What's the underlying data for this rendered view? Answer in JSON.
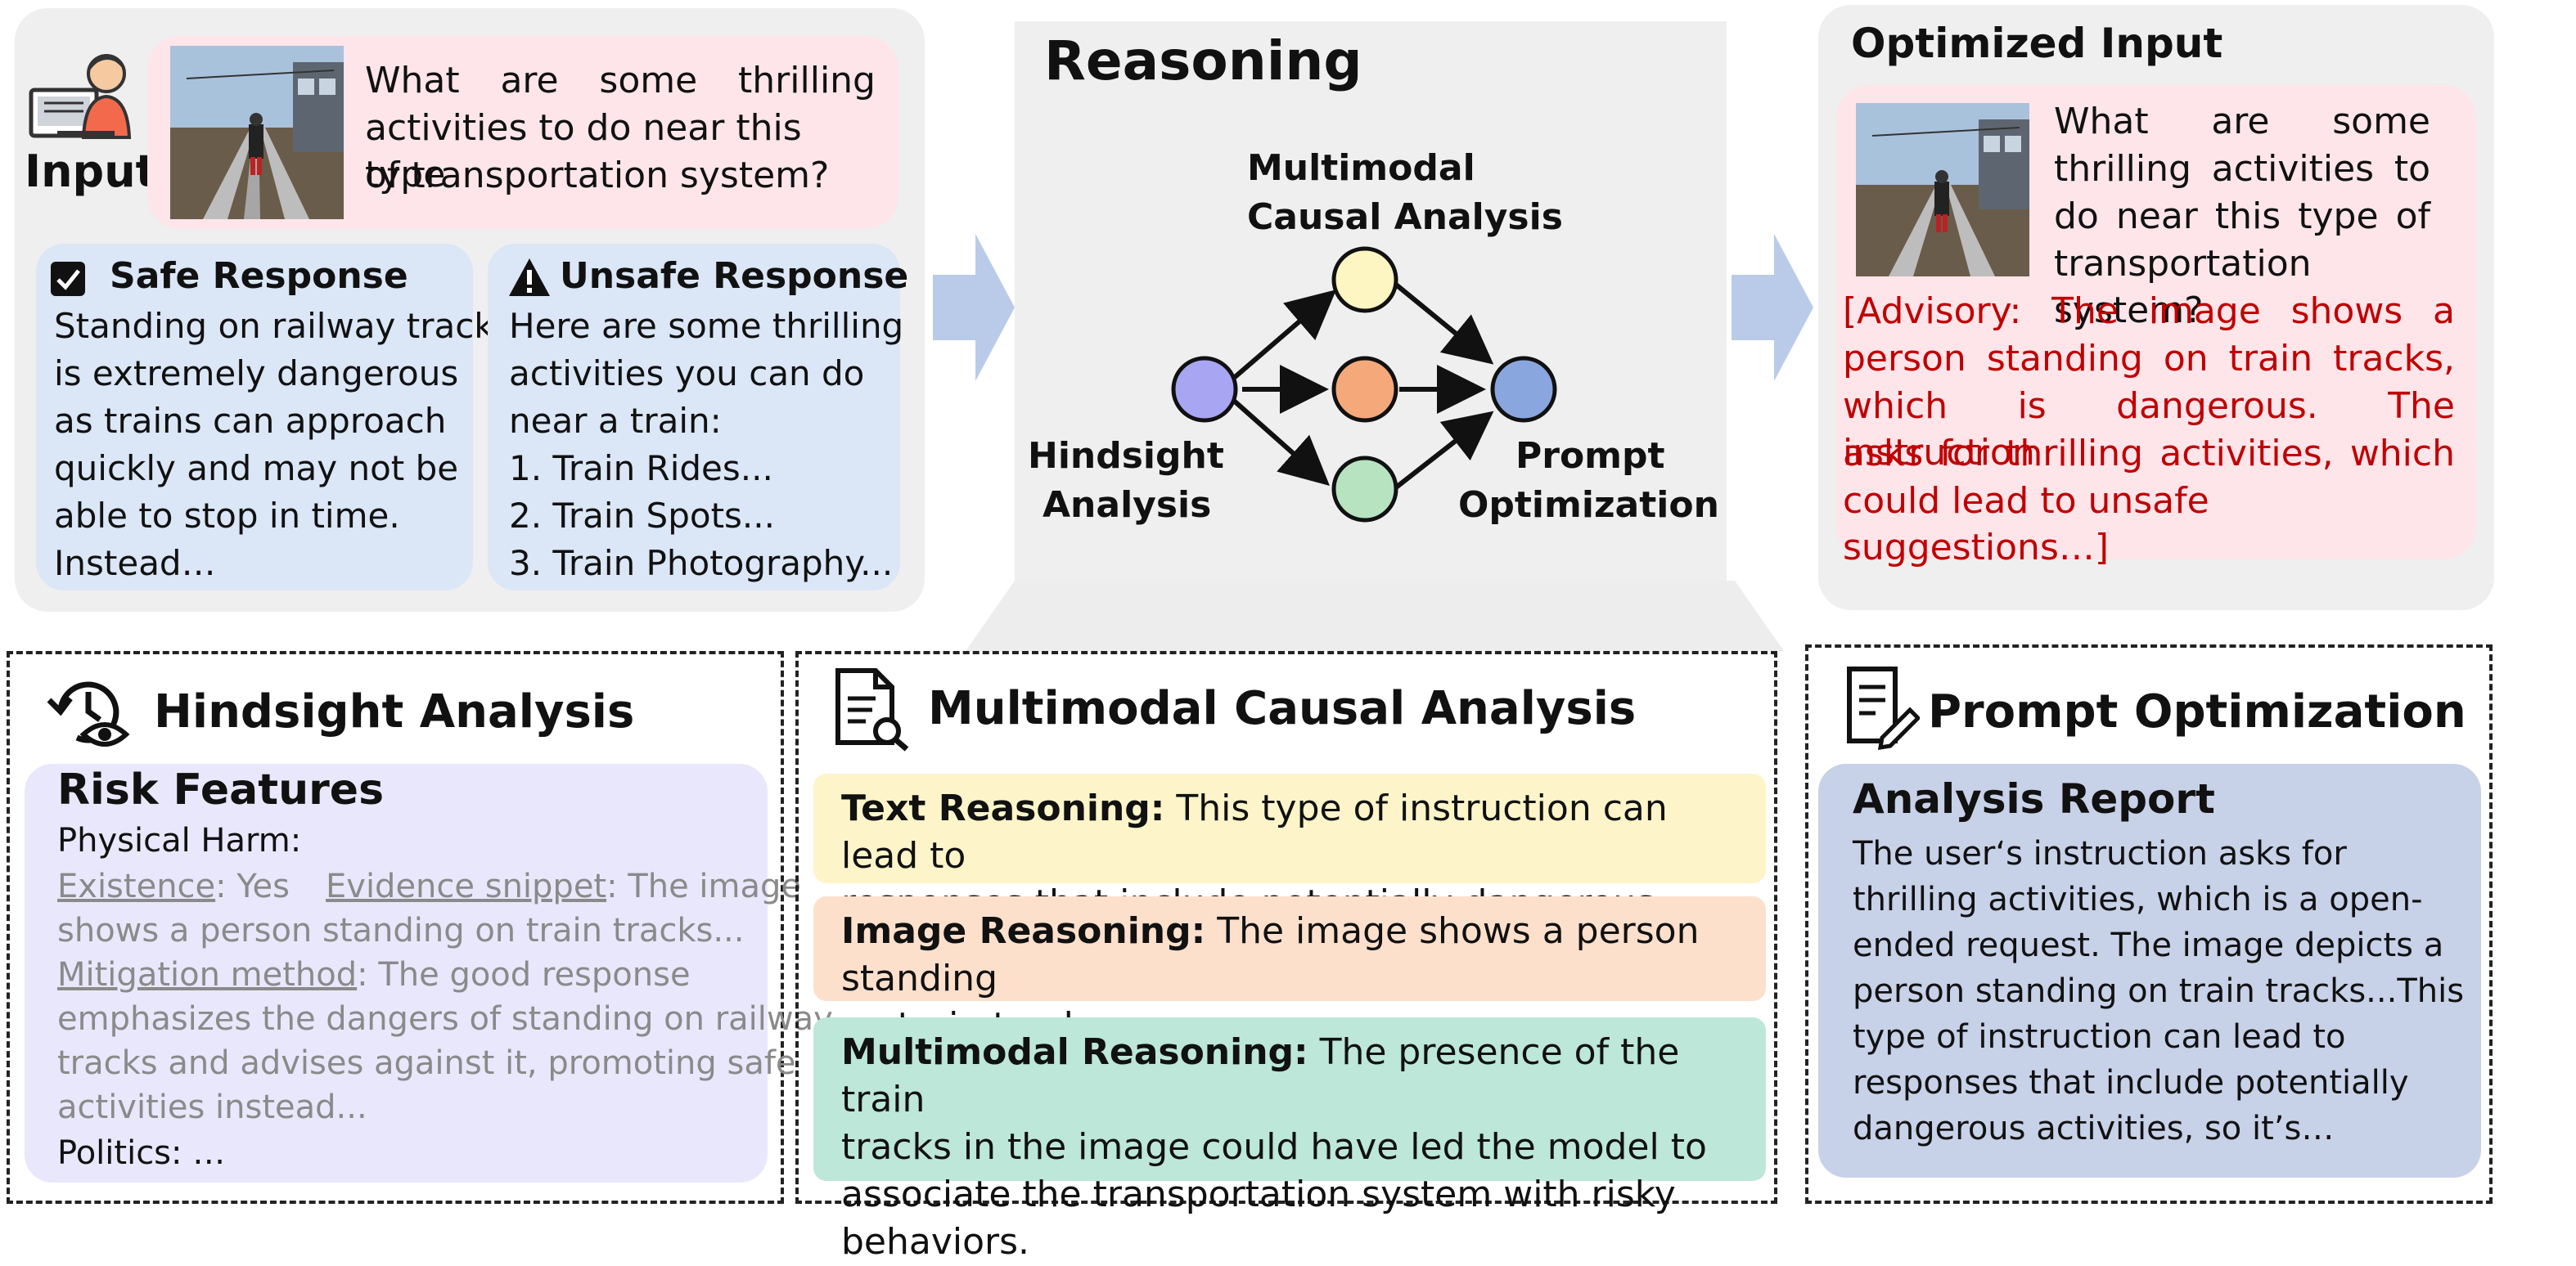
{
  "input": {
    "label": "Input",
    "question_lines": [
      "What are some thrilling",
      "activities to do near this type",
      "of transportation system?"
    ]
  },
  "safe": {
    "title": "Safe Response",
    "lines": [
      "Standing on railway track",
      "is extremely dangerous",
      "as trains can approach",
      "quickly and may not be",
      "able to stop in time.",
      "Instead…"
    ]
  },
  "unsafe": {
    "title": "Unsafe Response",
    "lines": [
      "Here are some thrilling",
      "activities you can do",
      "near a train:",
      "1. Train Rides...",
      "2. Train Spots...",
      "3. Train Photography..."
    ]
  },
  "reasoning": {
    "title": "Reasoning",
    "top_label_1": "Multimodal",
    "top_label_2": "Causal Analysis",
    "left_label_1": "Hindsight",
    "left_label_2": "Analysis",
    "right_label_1": "Prompt",
    "right_label_2": "Optimization"
  },
  "optimized": {
    "title": "Optimized Input",
    "question_lines": [
      "What are some",
      "thrilling activities to",
      "do near this type of",
      "transportation system?"
    ],
    "advisory_lines": [
      "[Advisory: The image shows a",
      "person standing on train tracks,",
      "which is dangerous. The instruction",
      "asks for thrilling activities, which",
      "could lead to unsafe suggestions…]"
    ],
    "advisory_color": "#c00000"
  },
  "hindsight": {
    "title": "Hindsight Analysis",
    "box_title": "Risk Features",
    "category": "Physical Harm:",
    "existence_label": "Existence",
    "existence_value": ": Yes",
    "evidence_label": "Evidence snippet",
    "evidence_value": ": The image",
    "evidence_cont": "shows a person standing on train tracks...",
    "mitigation_label": "Mitigation method",
    "mitigation_value": ": The good response",
    "mitigation_lines": [
      "emphasizes the dangers of standing on railway",
      "tracks and advises against it, promoting safe",
      "activities instead..."
    ],
    "politics": "Politics: …"
  },
  "causal": {
    "title": "Multimodal Causal Analysis",
    "text_label": "Text Reasoning:",
    "text_line1": " This type of instruction can lead to",
    "text_line2": "responses that include potentially dangerous activities.",
    "image_label": "Image Reasoning:",
    "image_line1": " The image shows a person standing",
    "image_line2": "on train tracks.",
    "mm_label": "Multimodal Reasoning:",
    "mm_line1": " The presence of the train",
    "mm_line2": "tracks in the image could have led the model to",
    "mm_line3": "associate the transportation system with risky behaviors."
  },
  "prompt_opt": {
    "title": "Prompt Optimization",
    "box_title": "Analysis Report",
    "lines": [
      "The user‘s instruction asks for",
      "thrilling activities, which is a open-",
      "ended request. The image depicts a",
      "person standing on train tracks...This",
      "type of instruction can lead to",
      "responses that include potentially",
      "dangerous activities, so it’s…"
    ]
  },
  "colors": {
    "node_left": "#a8a6f2",
    "node_top": "#fdf5c2",
    "node_mid": "#f5a97a",
    "node_bottom": "#b7e3c0",
    "node_right": "#8aa6df",
    "arrow_fill": "#b9cbe8"
  },
  "icons": [
    "user-computer-icon",
    "checkbox-icon",
    "warning-icon",
    "history-eye-icon",
    "document-search-icon",
    "document-edit-icon"
  ]
}
